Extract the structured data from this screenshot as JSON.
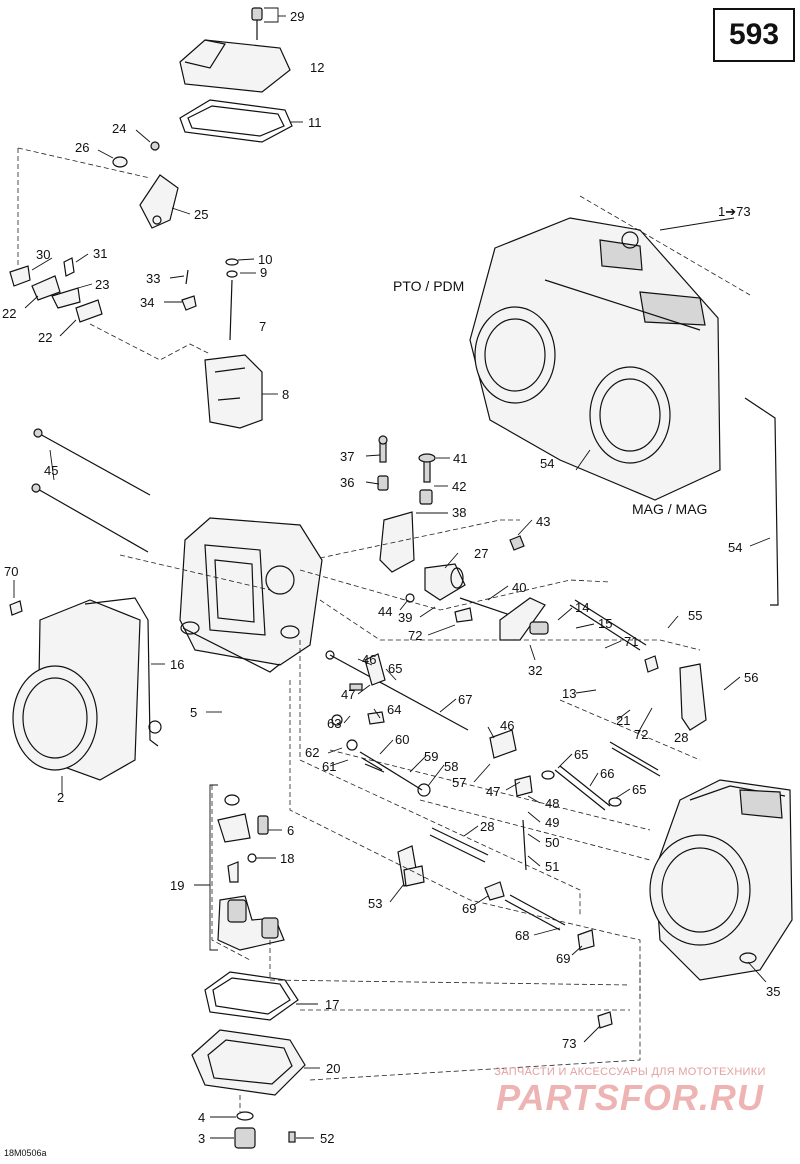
{
  "page_number": "593",
  "drawing_code": "18M0506a",
  "carb_labels": {
    "pto": "PTO / PDM",
    "mag": "MAG / MAG"
  },
  "watermark": {
    "tagline": "ЗАПЧАСТИ И АКСЕССУАРЫ ДЛЯ МОТОТЕХНИКИ",
    "brand": "PARTSFOR.RU"
  },
  "callouts": {
    "c29": "29",
    "c12": "12",
    "c11": "11",
    "c24": "24",
    "c26": "26",
    "c25": "25",
    "c1_73": "1➔73",
    "c30": "30",
    "c31": "31",
    "c10": "10",
    "c9": "9",
    "c33": "33",
    "c23": "23",
    "c22a": "22",
    "c34": "34",
    "c7": "7",
    "c22b": "22",
    "c8": "8",
    "c37": "37",
    "c41": "41",
    "c45": "45",
    "c36": "36",
    "c42": "42",
    "c54a": "54",
    "c38": "38",
    "c43": "43",
    "c27": "27",
    "c54b": "54",
    "c70": "70",
    "c40": "40",
    "c44": "44",
    "c39": "39",
    "c72a": "72",
    "c14": "14",
    "c15": "15",
    "c55": "55",
    "c16": "16",
    "c71": "71",
    "c32": "32",
    "c46a": "46",
    "c65a": "65",
    "c56": "56",
    "c47a": "47",
    "c13": "13",
    "c5": "5",
    "c63": "63",
    "c64": "64",
    "c67": "67",
    "c21": "21",
    "c72b": "72",
    "c28a": "28",
    "c46b": "46",
    "c62": "62",
    "c60": "60",
    "c61": "61",
    "c59": "59",
    "c58": "58",
    "c57": "57",
    "c65b": "65",
    "c2": "2",
    "c47b": "47",
    "c66": "66",
    "c65c": "65",
    "c48": "48",
    "c49": "49",
    "c6": "6",
    "c28b": "28",
    "c50": "50",
    "c18": "18",
    "c51": "51",
    "c19": "19",
    "c53": "53",
    "c69a": "69",
    "c68": "68",
    "c69b": "69",
    "c35": "35",
    "c17": "17",
    "c73": "73",
    "c20": "20",
    "c4": "4",
    "c3": "3",
    "c52": "52"
  }
}
